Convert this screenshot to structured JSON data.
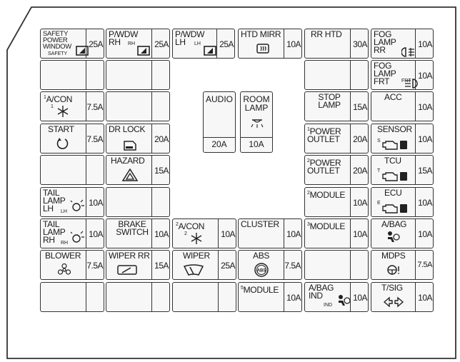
{
  "fuses": {
    "safety_window": {
      "label": "SAFETY\nPOWER\nWINDOW",
      "sub": "SAFETY",
      "amp": "25A"
    },
    "pwdw_rh": {
      "label": "P/WDW\nRH",
      "sub": "RH",
      "amp": "25A"
    },
    "pwdw_lh": {
      "label": "P/WDW\nLH",
      "sub": "LH",
      "amp": "25A"
    },
    "htd_mirr": {
      "label": "HTD MIRR",
      "amp": "10A"
    },
    "rr_htd": {
      "label": "RR HTD",
      "amp": "30A"
    },
    "fog_rr": {
      "label": "FOG\nLAMP\nRR",
      "amp": "10A"
    },
    "fog_frt": {
      "label": "FOG\nLAMP\nFRT",
      "sub": "FRT",
      "amp": "10A"
    },
    "acon1": {
      "label": "A/CON",
      "num": "1",
      "sub": "1",
      "amp": "7.5A"
    },
    "audio": {
      "label": "AUDIO",
      "amp": "20A"
    },
    "room_lamp": {
      "label": "ROOM\nLAMP",
      "amp": "10A"
    },
    "stop_lamp": {
      "label": "STOP\nLAMP",
      "amp": "15A"
    },
    "acc": {
      "label": "ACC",
      "amp": "10A"
    },
    "start": {
      "label": "START",
      "amp": "7.5A"
    },
    "dr_lock": {
      "label": "DR LOCK",
      "amp": "20A"
    },
    "power_outlet1": {
      "label": "POWER\nOUTLET",
      "num": "1",
      "amp": "20A"
    },
    "sensor": {
      "label": "SENSOR",
      "sub": "S",
      "amp": "10A"
    },
    "hazard": {
      "label": "HAZARD",
      "amp": "15A"
    },
    "power_outlet2": {
      "label": "POWER\nOUTLET",
      "num": "2",
      "amp": "20A"
    },
    "tcu": {
      "label": "TCU",
      "sub": "T",
      "amp": "15A"
    },
    "tail_lh": {
      "label": "TAIL\nLAMP\nLH",
      "sub": "LH",
      "amp": "10A"
    },
    "module2": {
      "label": "MODULE",
      "num": "2",
      "amp": "10A"
    },
    "ecu": {
      "label": "ECU",
      "sub": "E",
      "amp": "10A"
    },
    "tail_rh": {
      "label": "TAIL\nLAMP\nRH",
      "sub": "RH",
      "amp": "10A"
    },
    "brake_switch": {
      "label": "BRAKE\nSWITCH",
      "amp": "10A"
    },
    "acon2": {
      "label": "A/CON",
      "num": "2",
      "sub": "2",
      "amp": "10A"
    },
    "cluster": {
      "label": "CLUSTER",
      "amp": "10A"
    },
    "module3": {
      "label": "MODULE",
      "num": "3",
      "amp": "10A"
    },
    "abag": {
      "label": "A/BAG",
      "amp": "10A"
    },
    "blower": {
      "label": "BLOWER",
      "amp": "7.5A"
    },
    "wiper_rr": {
      "label": "WIPER RR",
      "amp": "15A"
    },
    "wiper": {
      "label": "WIPER",
      "amp": "25A"
    },
    "abs": {
      "label": "ABS",
      "icon_text": "ABS",
      "amp": "7.5A"
    },
    "mdps": {
      "label": "MDPS",
      "amp": "7.5A"
    },
    "module5": {
      "label": "MODULE",
      "num": "5",
      "amp": "10A"
    },
    "abag_ind": {
      "label": "A/BAG\nIND",
      "sub": "IND",
      "amp": "10A"
    },
    "tsig": {
      "label": "T/SIG",
      "amp": "10A"
    }
  },
  "colors": {
    "line": "#333333",
    "fill": "#f7f7f7"
  }
}
